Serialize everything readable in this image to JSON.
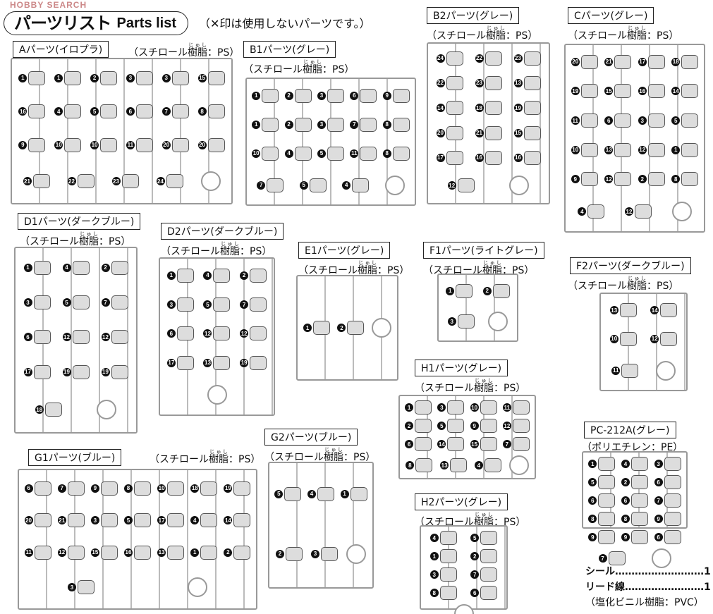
{
  "watermark": "HOBBY SEARCH",
  "title": {
    "jp": "パーツリスト",
    "en": "Parts list"
  },
  "note": "（✕印は使用しないパーツです。）",
  "furigana": "じゅし",
  "runners": [
    {
      "id": "A",
      "label": "Aパーツ(イロプラ)",
      "material_pre": "（スチロール",
      "material_kanji": "樹脂",
      "material_post": "：PS）",
      "parts": [
        "1",
        "1",
        "2",
        "3",
        "3",
        "15",
        "16",
        "4",
        "5",
        "6",
        "7",
        "8",
        "9",
        "10",
        "10",
        "11",
        "20",
        "20",
        "21",
        "22",
        "23",
        "24"
      ]
    },
    {
      "id": "B1",
      "label": "B1パーツ(グレー)",
      "material_pre": "（スチロール",
      "material_kanji": "樹脂",
      "material_post": "：PS）",
      "parts": [
        "1",
        "2",
        "3",
        "6",
        "9",
        "1",
        "2",
        "3",
        "7",
        "8",
        "10",
        "4",
        "5",
        "11",
        "8",
        "7",
        "5",
        "4"
      ]
    },
    {
      "id": "B2",
      "label": "B2パーツ(グレー)",
      "material_pre": "（スチロール",
      "material_kanji": "樹脂",
      "material_post": "：PS）",
      "parts": [
        "24",
        "22",
        "23",
        "22",
        "23",
        "13",
        "14",
        "18",
        "19",
        "20",
        "21",
        "15",
        "17",
        "16",
        "16",
        "12"
      ]
    },
    {
      "id": "C",
      "label": "Cパーツ(グレー)",
      "material_pre": "（スチロール",
      "material_kanji": "樹脂",
      "material_post": "：PS）",
      "parts": [
        "20",
        "21",
        "17",
        "18",
        "19",
        "15",
        "16",
        "14",
        "11",
        "6",
        "3",
        "5",
        "10",
        "13",
        "12",
        "1",
        "9",
        "12",
        "2",
        "8",
        "4",
        "12"
      ]
    },
    {
      "id": "D1",
      "label": "D1パーツ(ダークブルー)",
      "material_pre": "（スチロール",
      "material_kanji": "樹脂",
      "material_post": "：PS）",
      "parts": [
        "1",
        "4",
        "2",
        "3",
        "5",
        "7",
        "6",
        "12",
        "12",
        "17",
        "19",
        "19",
        "18"
      ]
    },
    {
      "id": "D2",
      "label": "D2パーツ(ダークブルー)",
      "material_pre": "（スチロール",
      "material_kanji": "樹脂",
      "material_post": "：PS）",
      "parts": [
        "1",
        "4",
        "2",
        "3",
        "5",
        "7",
        "6",
        "12",
        "12",
        "17",
        "13",
        "19"
      ]
    },
    {
      "id": "E1",
      "label": "E1パーツ(グレー)",
      "material_pre": "（スチロール",
      "material_kanji": "樹脂",
      "material_post": "：PS）",
      "parts": [
        "1",
        "2"
      ]
    },
    {
      "id": "F1",
      "label": "F1パーツ(ライトグレー)",
      "material_pre": "（スチロール",
      "material_kanji": "樹脂",
      "material_post": "：PS）",
      "parts": [
        "1",
        "2",
        "3"
      ]
    },
    {
      "id": "F2",
      "label": "F2パーツ(ダークブルー)",
      "material_pre": "（スチロール",
      "material_kanji": "樹脂",
      "material_post": "：PS）",
      "parts": [
        "13",
        "14",
        "10",
        "12",
        "11"
      ]
    },
    {
      "id": "H1",
      "label": "H1パーツ(グレー)",
      "material_pre": "（スチロール",
      "material_kanji": "樹脂",
      "material_post": "：PS）",
      "parts": [
        "1",
        "3",
        "10",
        "11",
        "2",
        "5",
        "9",
        "12",
        "6",
        "14",
        "15",
        "7",
        "8",
        "13",
        "4"
      ]
    },
    {
      "id": "G2",
      "label": "G2パーツ(ブルー)",
      "material_pre": "（スチロール",
      "material_kanji": "樹脂",
      "material_post": "：PS）",
      "parts": [
        "5",
        "4",
        "1",
        "2",
        "3"
      ]
    },
    {
      "id": "G1",
      "label": "G1パーツ(ブルー)",
      "material_pre": "（スチロール",
      "material_kanji": "樹脂",
      "material_post": "：PS）",
      "parts": [
        "6",
        "7",
        "9",
        "8",
        "10",
        "18",
        "19",
        "20",
        "21",
        "3",
        "5",
        "17",
        "4",
        "14",
        "11",
        "12",
        "15",
        "16",
        "13",
        "1",
        "2",
        "3"
      ]
    },
    {
      "id": "PC",
      "label": "PC-212A(グレー)",
      "material_pre": "（ポリエチレン",
      "material_kanji": "",
      "material_post": "：PE）",
      "parts": [
        "1",
        "4",
        "3",
        "5",
        "2",
        "6",
        "6",
        "6",
        "7",
        "8",
        "8",
        "9",
        "9",
        "9",
        "6",
        "7"
      ]
    },
    {
      "id": "H2",
      "label": "H2パーツ(グレー)",
      "material_pre": "（スチロール",
      "material_kanji": "樹脂",
      "material_post": "：PS）",
      "parts": [
        "4",
        "5",
        "1",
        "2",
        "3",
        "7",
        "8",
        "6"
      ]
    }
  ],
  "extras": {
    "seal": "シール………………………1",
    "lead": "リード線……………………1",
    "pvc": "（塩化ビニル樹脂：PVC）"
  }
}
